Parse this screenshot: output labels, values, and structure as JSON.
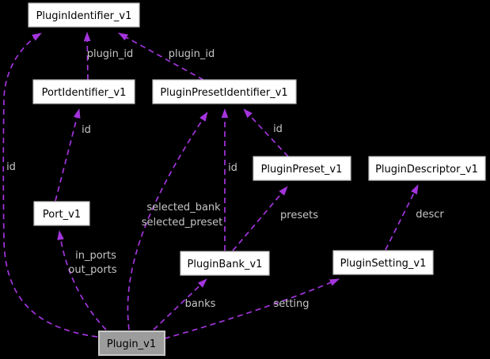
{
  "diagram": {
    "type": "collaboration-graph",
    "colors": {
      "background": "#000000",
      "edge": "#A434DE",
      "edge_label_text": "#C6C6C6",
      "node_fill": "#FFFFFF",
      "node_border": "#BDBDBD",
      "node_text": "#000000",
      "current_node_fill": "#9C9C9C",
      "current_node_border": "#C9C9C9"
    },
    "nodes": [
      {
        "label": "PluginIdentifier_v1",
        "current": false
      },
      {
        "label": "PortIdentifier_v1",
        "current": false
      },
      {
        "label": "PluginPresetIdentifier_v1",
        "current": false
      },
      {
        "label": "PluginPreset_v1",
        "current": false
      },
      {
        "label": "PluginDescriptor_v1",
        "current": false
      },
      {
        "label": "Port_v1",
        "current": false
      },
      {
        "label": "PluginBank_v1",
        "current": false
      },
      {
        "label": "PluginSetting_v1",
        "current": false
      },
      {
        "label": "Plugin_v1",
        "current": true
      }
    ],
    "edges": [
      {
        "from": "Plugin_v1",
        "to": "PluginIdentifier_v1",
        "label": "id"
      },
      {
        "from": "PortIdentifier_v1",
        "to": "PluginIdentifier_v1",
        "label": "plugin_id"
      },
      {
        "from": "PluginPresetIdentifier_v1",
        "to": "PluginIdentifier_v1",
        "label": "plugin_id"
      },
      {
        "from": "Port_v1",
        "to": "PortIdentifier_v1",
        "label": "id"
      },
      {
        "from": "PluginPreset_v1",
        "to": "PluginPresetIdentifier_v1",
        "label": "id"
      },
      {
        "from": "PluginBank_v1",
        "to": "PluginPresetIdentifier_v1",
        "label": "id"
      },
      {
        "from": "Plugin_v1",
        "to": "PluginPresetIdentifier_v1",
        "label": "selected_bank",
        "label2": "selected_preset"
      },
      {
        "from": "Plugin_v1",
        "to": "PluginBank_v1",
        "label": "banks"
      },
      {
        "from": "PluginBank_v1",
        "to": "PluginPreset_v1",
        "label": "presets"
      },
      {
        "from": "Plugin_v1",
        "to": "PluginSetting_v1",
        "label": "setting"
      },
      {
        "from": "PluginSetting_v1",
        "to": "PluginDescriptor_v1",
        "label": "descr"
      },
      {
        "from": "Plugin_v1",
        "to": "Port_v1",
        "label": "in_ports",
        "label2": "out_ports"
      }
    ]
  }
}
